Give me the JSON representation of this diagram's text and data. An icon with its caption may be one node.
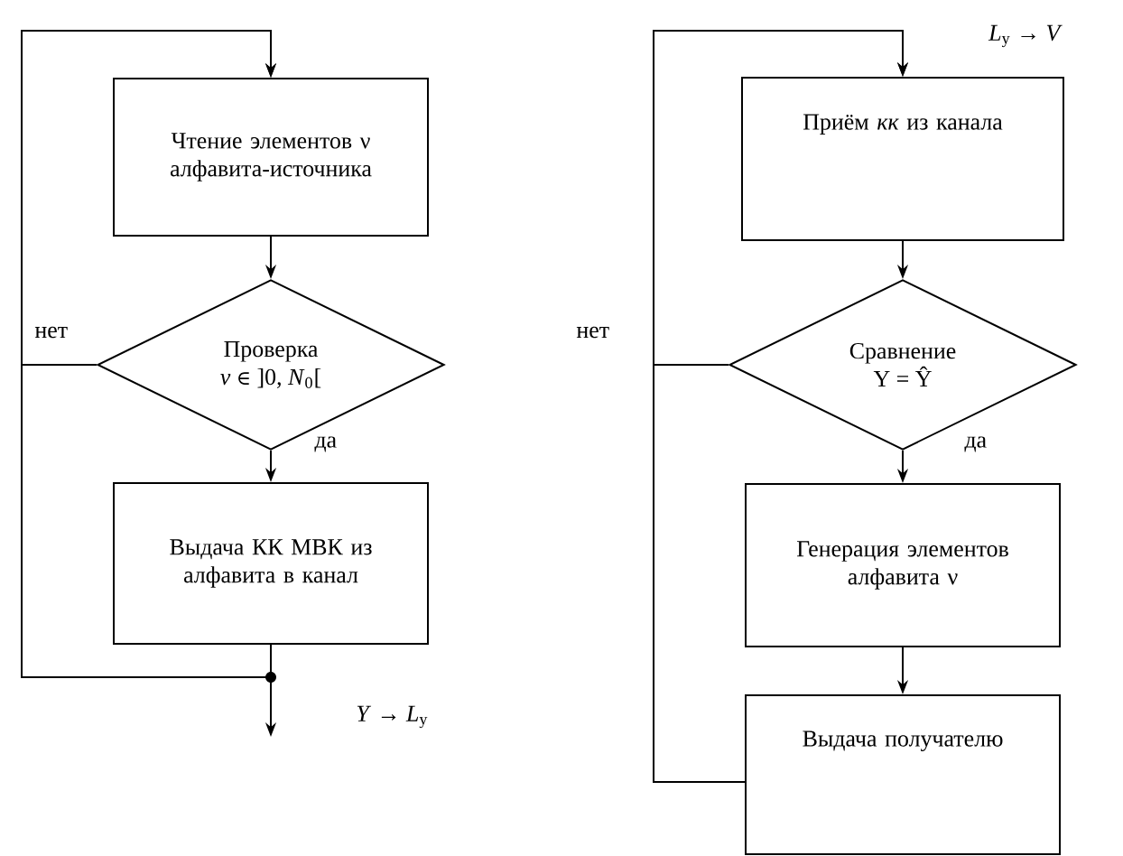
{
  "diagram": {
    "nodes": [
      {
        "text": [
          "Чтение элементов ν алфавита-источника"
        ]
      },
      {
        "text": [
          "Проверка",
          "*ν* ∈ ]0, *N*$_{0}$["
        ]
      },
      {
        "text": [
          "Выдача КК МВК из алфавита в канал"
        ]
      },
      {
        "text": [
          "Приём *кк* из канала"
        ]
      },
      {
        "text": [
          "Сравнение",
          "Y = Ŷ"
        ]
      },
      {
        "text": [
          "Генерация элементов алфавита ν"
        ]
      },
      {
        "text": [
          "Выдача получателю"
        ]
      }
    ],
    "edges": [
      {
        "from": 0,
        "to": 1,
        "arrow": "to"
      },
      {
        "from": 1,
        "to": 2,
        "arrow": "to",
        "label": "да"
      },
      {
        "from": 1,
        "to": 0,
        "arrow": "to",
        "label": "нет"
      },
      {
        "from": 2,
        "to": 0,
        "arrow": "to"
      },
      {
        "from": 2,
        "to": null,
        "arrow": "to",
        "label": "*Y* → *L*$_{y}$"
      },
      {
        "from": 3,
        "to": 4,
        "arrow": "to"
      },
      {
        "from": 4,
        "to": 5,
        "arrow": "to",
        "label": "да"
      },
      {
        "from": 4,
        "to": 3,
        "arrow": "to",
        "label": "нет"
      },
      {
        "from": 5,
        "to": 6,
        "arrow": "to"
      },
      {
        "from": 6,
        "to": 3,
        "arrow": "to"
      }
    ],
    "labels": [
      "*L*$_{y}$ → *V*"
    ]
  }
}
